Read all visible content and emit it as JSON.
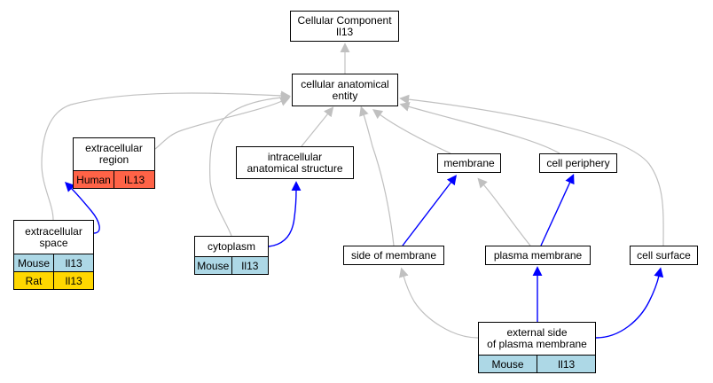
{
  "colors": {
    "is_a_edge": "#c0c0c0",
    "part_of_edge": "#0000ff",
    "human": "#ff6347",
    "mouse": "#add8e6",
    "rat": "#ffd700"
  },
  "nodes": {
    "cellular_component": {
      "label": "Cellular Component\nIl13"
    },
    "cellular_anatomical_entity": {
      "label": "cellular anatomical\nentity"
    },
    "extracellular_region": {
      "label": "extracellular\nregion",
      "annotations": [
        {
          "species": "Human",
          "gene": "IL13",
          "color_key": "human"
        }
      ]
    },
    "intracellular_anatomical_structure": {
      "label": "intracellular\nanatomical structure"
    },
    "membrane": {
      "label": "membrane"
    },
    "cell_periphery": {
      "label": "cell periphery"
    },
    "extracellular_space": {
      "label": "extracellular\nspace",
      "annotations": [
        {
          "species": "Mouse",
          "gene": "Il13",
          "color_key": "mouse"
        },
        {
          "species": "Rat",
          "gene": "Il13",
          "color_key": "rat"
        }
      ]
    },
    "cytoplasm": {
      "label": "cytoplasm",
      "annotations": [
        {
          "species": "Mouse",
          "gene": "Il13",
          "color_key": "mouse"
        }
      ]
    },
    "side_of_membrane": {
      "label": "side of membrane"
    },
    "plasma_membrane": {
      "label": "plasma membrane"
    },
    "cell_surface": {
      "label": "cell surface"
    },
    "external_side_of_plasma_membrane": {
      "label": "external side\nof plasma membrane",
      "annotations": [
        {
          "species": "Mouse",
          "gene": "Il13",
          "color_key": "mouse"
        }
      ]
    }
  },
  "edges": [
    {
      "from": "cellular_anatomical_entity",
      "to": "cellular_component",
      "kind": "is_a"
    },
    {
      "from": "extracellular_region",
      "to": "cellular_anatomical_entity",
      "kind": "is_a"
    },
    {
      "from": "extracellular_space",
      "to": "cellular_anatomical_entity",
      "kind": "is_a"
    },
    {
      "from": "cytoplasm",
      "to": "cellular_anatomical_entity",
      "kind": "is_a"
    },
    {
      "from": "intracellular_anatomical_structure",
      "to": "cellular_anatomical_entity",
      "kind": "is_a"
    },
    {
      "from": "side_of_membrane",
      "to": "cellular_anatomical_entity",
      "kind": "is_a"
    },
    {
      "from": "membrane",
      "to": "cellular_anatomical_entity",
      "kind": "is_a"
    },
    {
      "from": "cell_periphery",
      "to": "cellular_anatomical_entity",
      "kind": "is_a"
    },
    {
      "from": "cell_surface",
      "to": "cellular_anatomical_entity",
      "kind": "is_a"
    },
    {
      "from": "extracellular_space",
      "to": "extracellular_region",
      "kind": "part_of"
    },
    {
      "from": "cytoplasm",
      "to": "intracellular_anatomical_structure",
      "kind": "part_of"
    },
    {
      "from": "side_of_membrane",
      "to": "membrane",
      "kind": "part_of"
    },
    {
      "from": "plasma_membrane",
      "to": "membrane",
      "kind": "is_a"
    },
    {
      "from": "plasma_membrane",
      "to": "cell_periphery",
      "kind": "part_of"
    },
    {
      "from": "external_side_of_plasma_membrane",
      "to": "side_of_membrane",
      "kind": "is_a"
    },
    {
      "from": "external_side_of_plasma_membrane",
      "to": "plasma_membrane",
      "kind": "part_of"
    },
    {
      "from": "external_side_of_plasma_membrane",
      "to": "cell_surface",
      "kind": "part_of"
    }
  ]
}
